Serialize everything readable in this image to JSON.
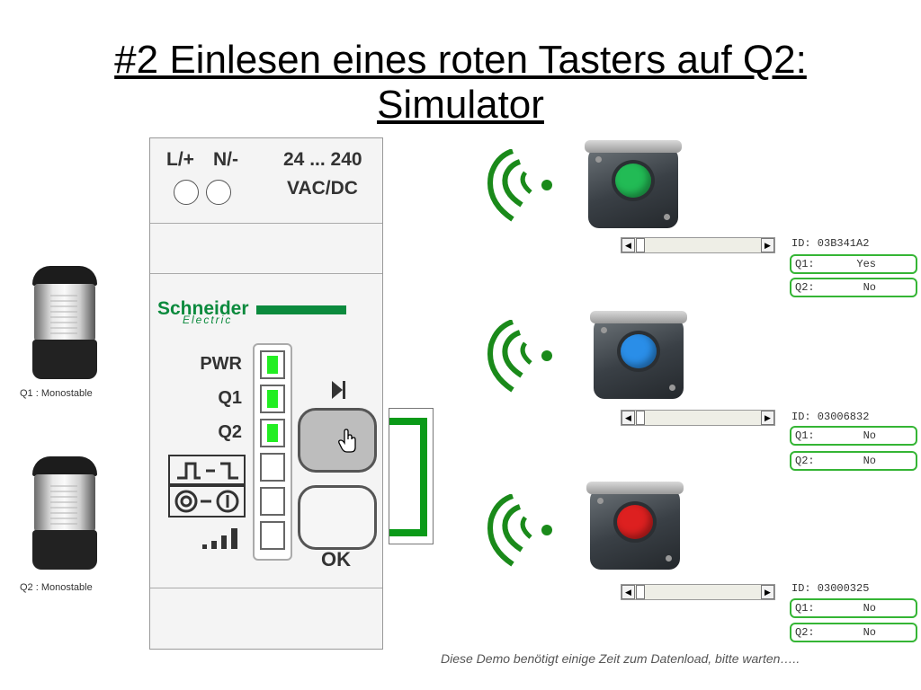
{
  "title": {
    "line1": "#2 Einlesen eines roten Tasters auf Q2:",
    "line2": "Simulator"
  },
  "lamps": [
    {
      "label": "Q1 : Monostable"
    },
    {
      "label": "Q2 : Monostable"
    }
  ],
  "controller": {
    "terminal_l": "L/+",
    "terminal_n": "N/-",
    "voltage": "24 ... 240",
    "voltage_unit": "VAC/DC",
    "brand": "Schneider",
    "brand_sub": "Electric",
    "rows": [
      {
        "label": "PWR",
        "led_on": true
      },
      {
        "label": "Q1",
        "led_on": true
      },
      {
        "label": "Q2",
        "led_on": true
      },
      {
        "label": "",
        "led_on": false
      },
      {
        "label": "",
        "led_on": false
      },
      {
        "label": "",
        "led_on": false
      }
    ],
    "ok_label": "OK"
  },
  "devices": [
    {
      "button_color": "#22bb55",
      "id": "ID: 03B341A2",
      "q1_label": "Q1:",
      "q1_value": "Yes",
      "q2_label": "Q2:",
      "q2_value": "No"
    },
    {
      "button_color": "#2a8ee8",
      "id": "ID: 03006832",
      "q1_label": "Q1:",
      "q1_value": "No",
      "q2_label": "Q2:",
      "q2_value": "No"
    },
    {
      "button_color": "#dd2020",
      "id": "ID: 03000325",
      "q1_label": "Q1:",
      "q1_value": "No",
      "q2_label": "Q2:",
      "q2_value": "No"
    }
  ],
  "footer": "Diese Demo benötigt einige Zeit zum Datenload, bitte warten….."
}
